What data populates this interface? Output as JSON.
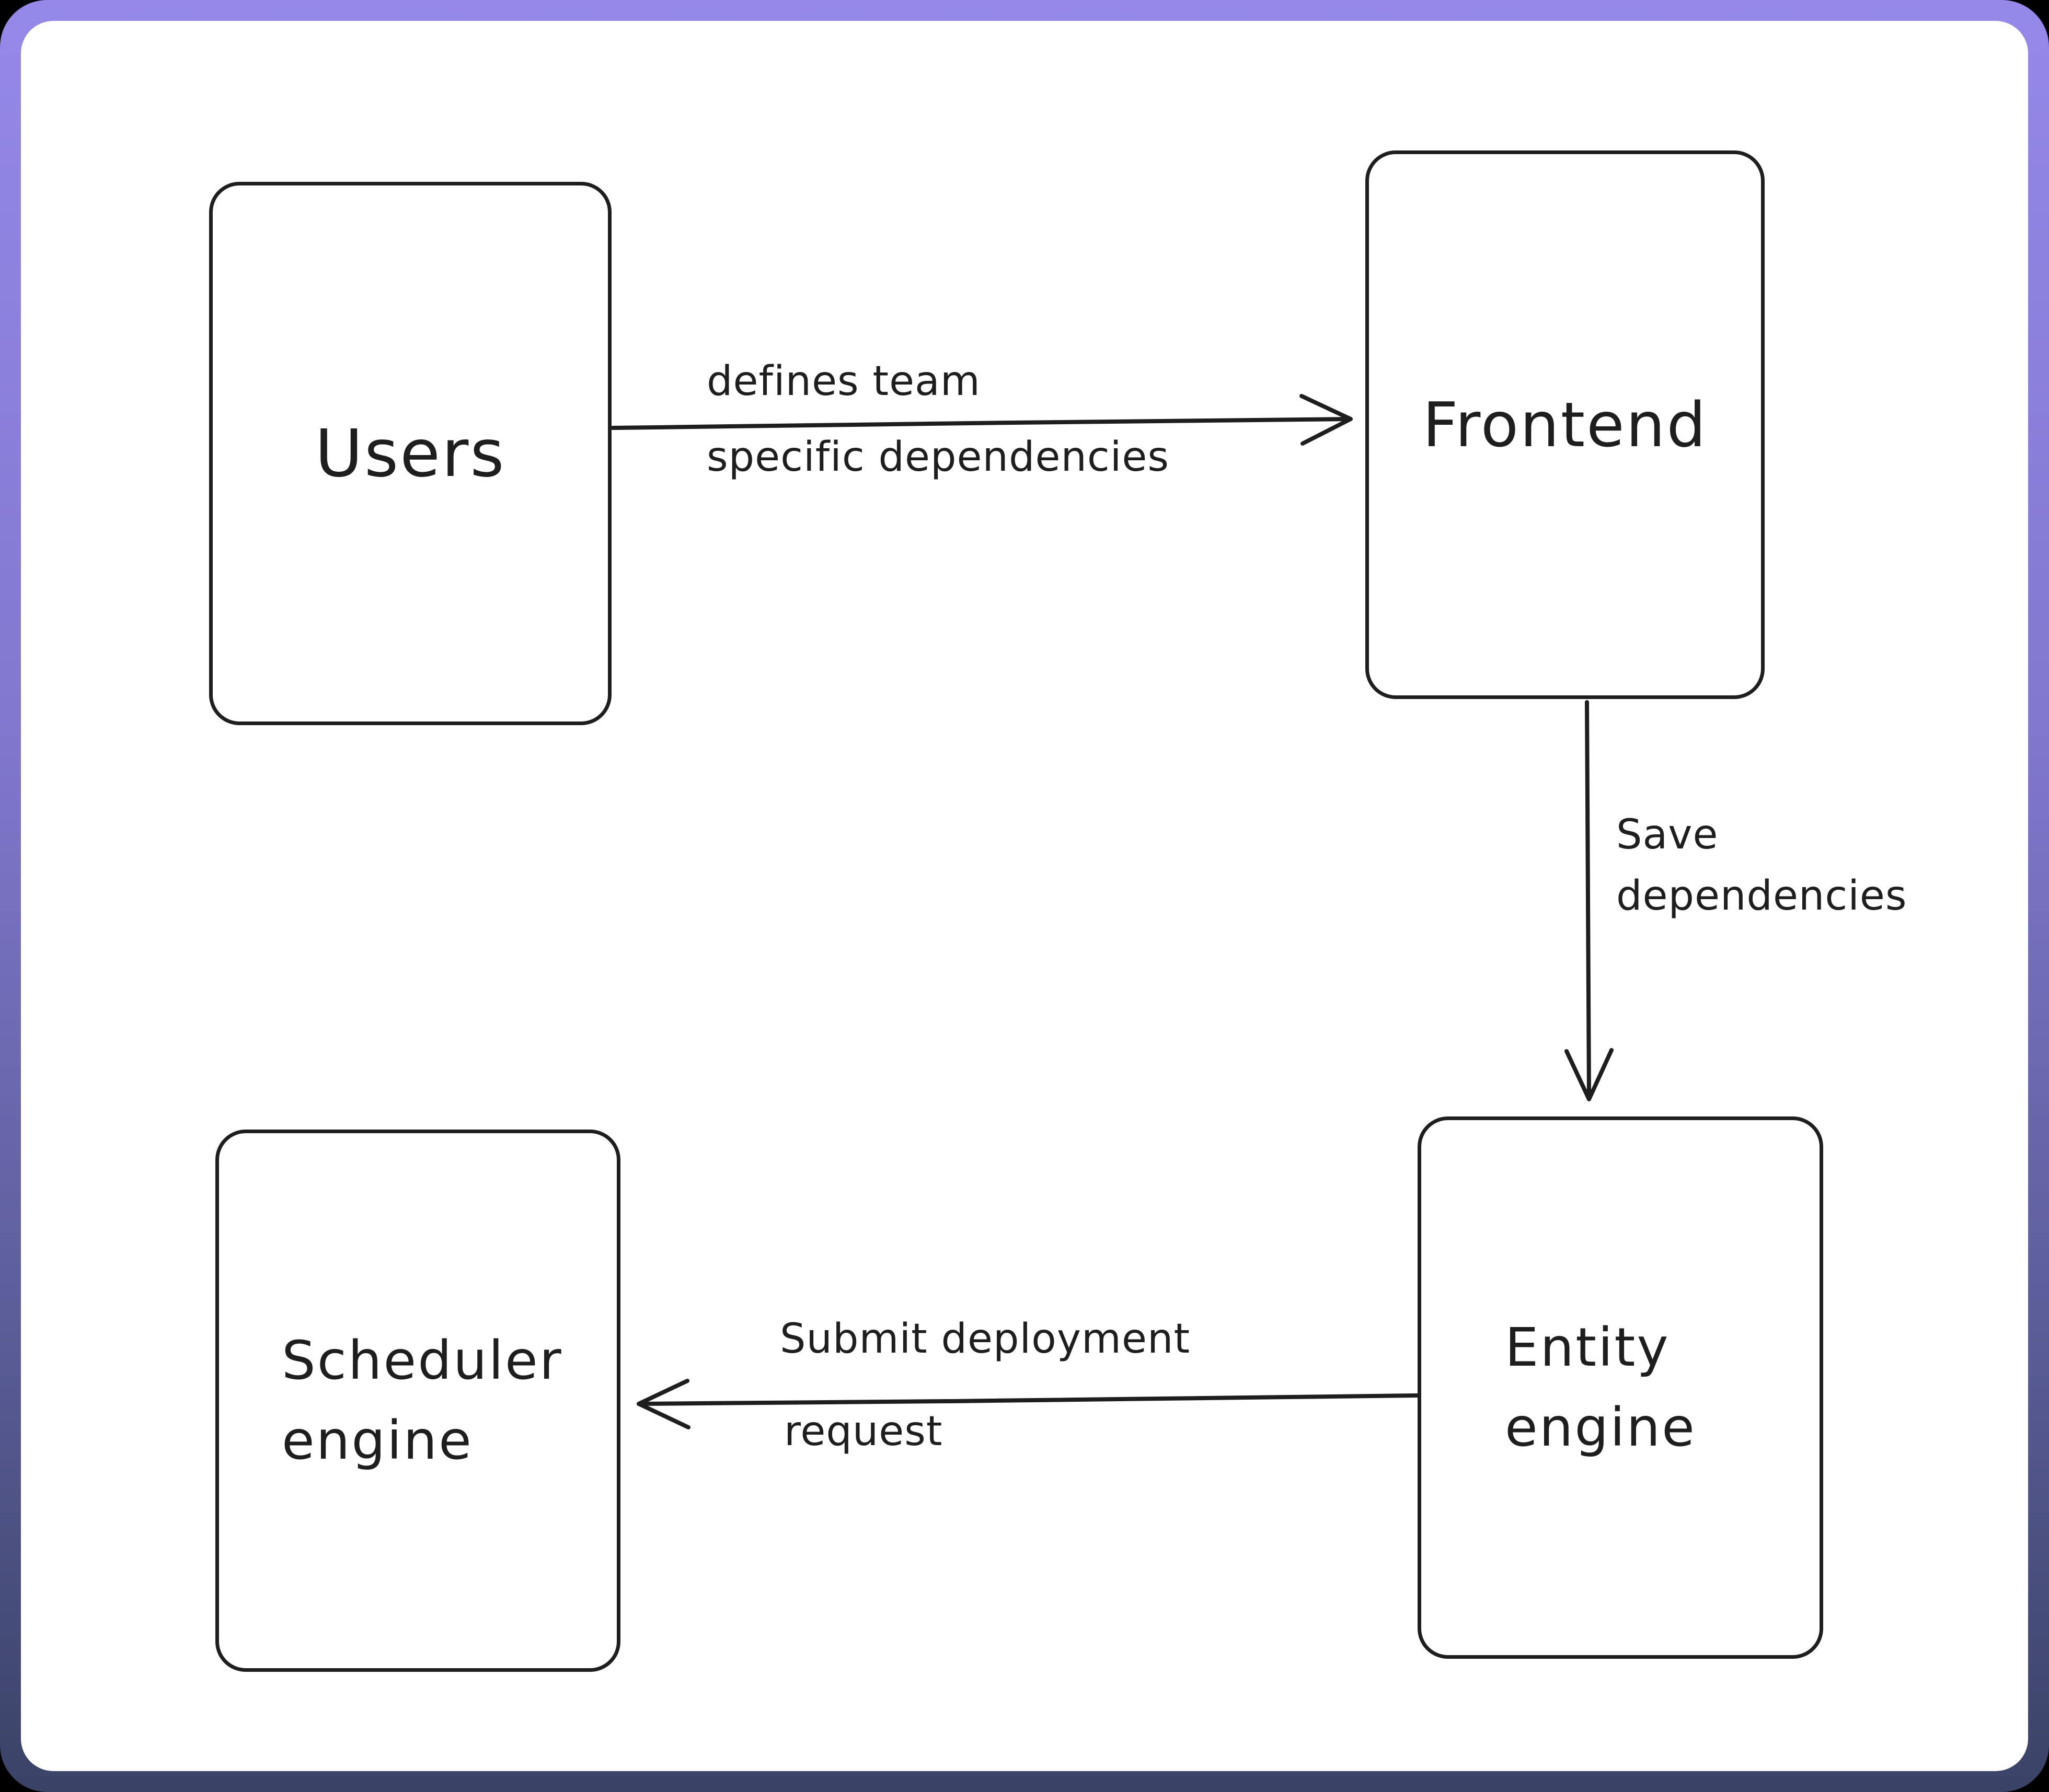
{
  "canvas": {
    "background_top_color": "#9588e9",
    "background_bottom_color": "#3a4266",
    "paper_color": "#ffffff",
    "stroke_color": "#1e1e1e"
  },
  "nodes": {
    "users": {
      "label": "Users"
    },
    "frontend": {
      "label": "Frontend"
    },
    "scheduler": {
      "line1": "Scheduler",
      "line2": "engine"
    },
    "entity": {
      "line1": "Entity",
      "line2": "engine"
    }
  },
  "edges": {
    "users_to_frontend": {
      "line1": "defines team",
      "line2": "specific dependencies"
    },
    "frontend_to_entity": {
      "line1": "Save",
      "line2": "dependencies"
    },
    "entity_to_scheduler": {
      "line1": "Submit deployment",
      "line2": "request"
    }
  }
}
